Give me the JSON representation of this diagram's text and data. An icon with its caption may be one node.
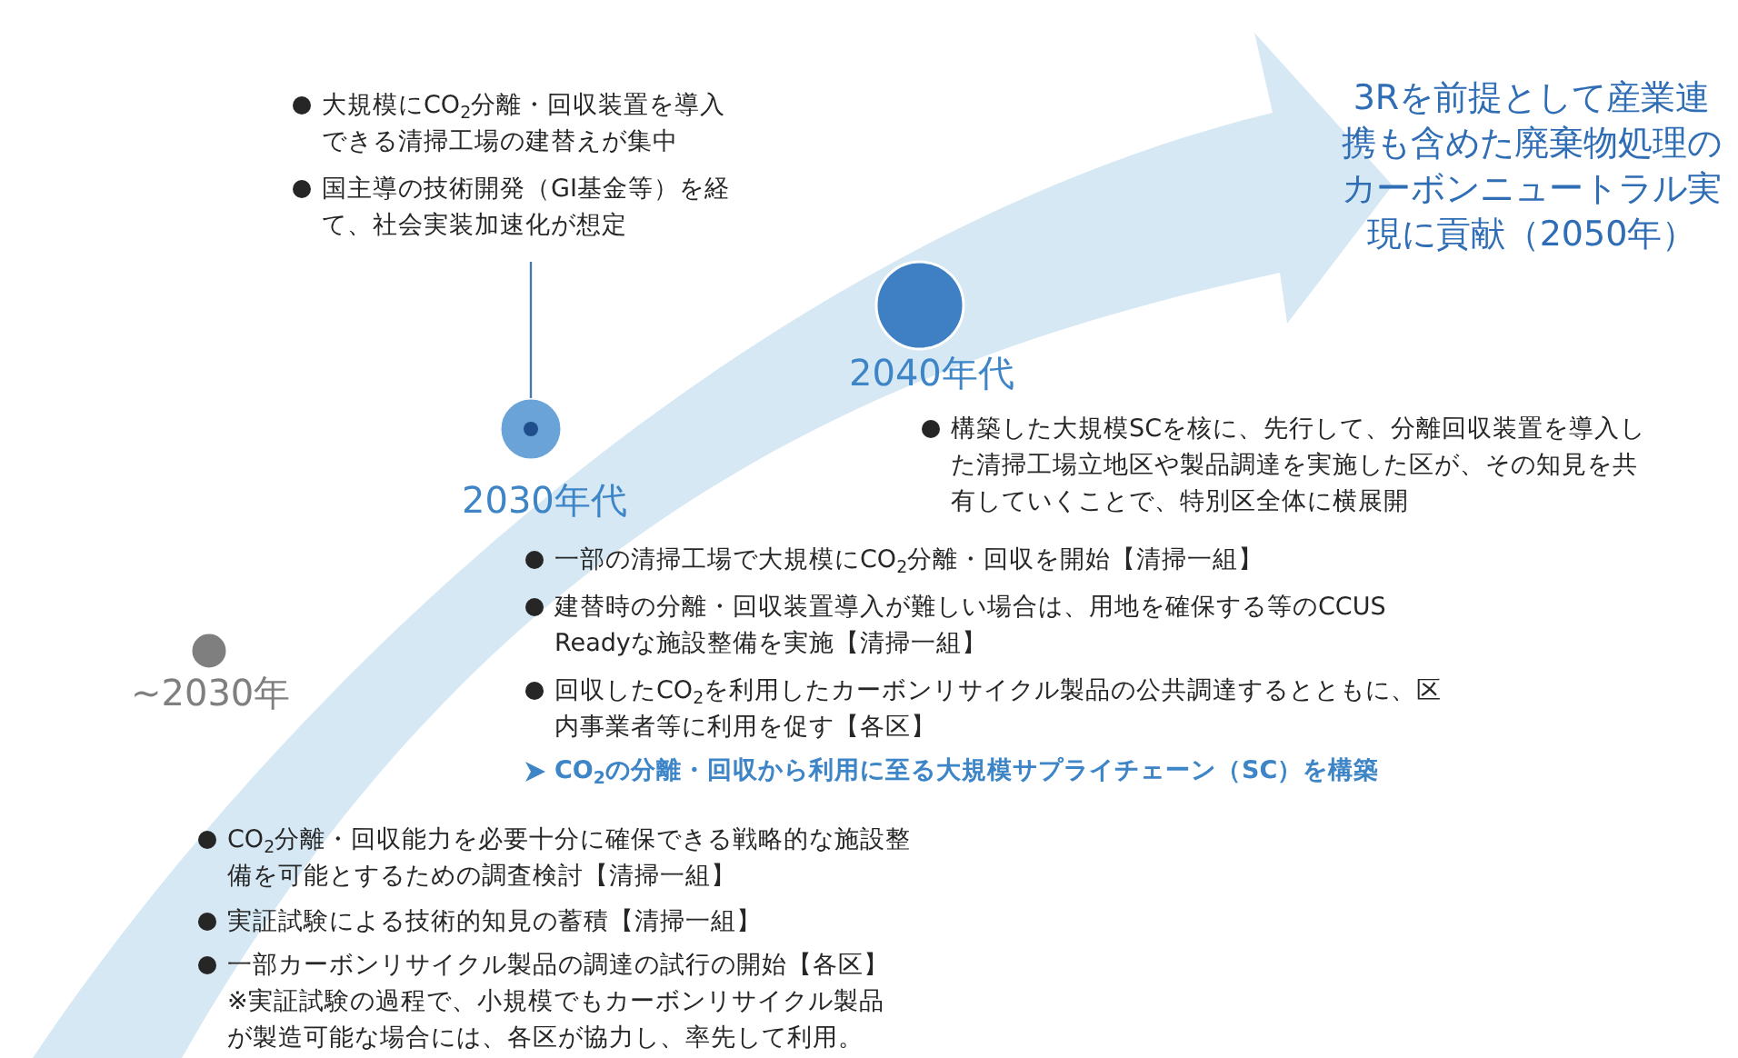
{
  "diagram": {
    "nodes": [
      {
        "text": [
          "~2030年"
        ]
      },
      {
        "text": [
          "2030年代"
        ]
      },
      {
        "text": [
          "2040年代"
        ]
      },
      {
        "text": [
          "大規模にCO$_{2}$分離・回収装置を導入できる清掃工場の建替えが集中",
          "国主導の技術開発（GI基金等）を経て、社会実装加速化が想定"
        ]
      }
    ],
    "edges": [
      {
        "from": 3,
        "to": 1,
        "arrow": "none"
      }
    ],
    "labels": [
      "3Rを前提として産業連携も含めた廃棄物処理のカーボンニュートラル実現に貢献（2050年）",
      "構築した大規模SCを核に、先行して、分離回収装置を導入した清掃工場立地区や製品調達を実施した区が、その知見を共有していくことで、特別区全体に横展開",
      "一部の清掃工場で大規模にCO$_{2}$分離・回収を開始【清掃一組】",
      "建替時の分離・回収装置導入が難しい場合は、用地を確保する等のCCUS Readyな施設整備を実施【清掃一組】",
      "回収したCO$_{2}$を利用したカーボンリサイクル製品の公共調達するとともに、区内事業者等に利用を促す【各区】",
      "CO$_{2}$の分離・回収から利用に至る大規模サプライチェーン（SC）を構築",
      "CO$_{2}$分離・回収能力を必要十分に確保できる戦略的な施設整備を可能とするための調査検討【清掃一組】",
      "実証試験による技術的知見の蓄積【清掃一組】",
      "一部カーボンリサイクル製品の調達の試行の開始【各区】",
      "※実証試験の過程で、小規模でもカーボンリサイクル製品が製造可能な場合には、各区が協力し、率先して利用。"
    ]
  }
}
